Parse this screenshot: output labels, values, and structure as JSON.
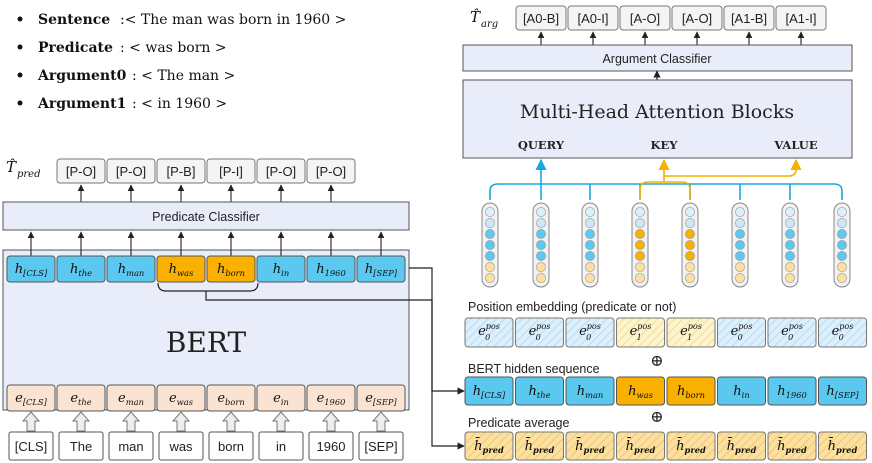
{
  "example": {
    "items": [
      {
        "key": "Sentence",
        "value": ":< The man was born in 1960 >"
      },
      {
        "key": "Predicate",
        "value": ": < was born >"
      },
      {
        "key": "Argument0",
        "value": ": < The man >"
      },
      {
        "key": "Argument1",
        "value": ": < in 1960 >"
      }
    ]
  },
  "left": {
    "t_pred_symbol": "T̂",
    "t_pred_sub": "pred",
    "pred_outputs": [
      "[P-O]",
      "[P-O]",
      "[P-B]",
      "[P-I]",
      "[P-O]",
      "[P-O]"
    ],
    "classifier_label": "Predicate Classifier",
    "bert_label": "BERT",
    "hidden": [
      {
        "base": "h",
        "sub": "[CLS]"
      },
      {
        "base": "h",
        "sub": "the"
      },
      {
        "base": "h",
        "sub": "man"
      },
      {
        "base": "h",
        "sub": "was"
      },
      {
        "base": "h",
        "sub": "born"
      },
      {
        "base": "h",
        "sub": "in"
      },
      {
        "base": "h",
        "sub": "1960"
      },
      {
        "base": "h",
        "sub": "[SEP]"
      }
    ],
    "embeddings": [
      {
        "base": "e",
        "sub": "[CLS]"
      },
      {
        "base": "e",
        "sub": "the"
      },
      {
        "base": "e",
        "sub": "man"
      },
      {
        "base": "e",
        "sub": "was"
      },
      {
        "base": "e",
        "sub": "born"
      },
      {
        "base": "e",
        "sub": "in"
      },
      {
        "base": "e",
        "sub": "1960"
      },
      {
        "base": "e",
        "sub": "[SEP]"
      }
    ],
    "tokens": [
      "[CLS]",
      "The",
      "man",
      "was",
      "born",
      "in",
      "1960",
      "[SEP]"
    ]
  },
  "right": {
    "t_arg_symbol": "T̂",
    "t_arg_sub": "arg",
    "arg_outputs": [
      "[A0-B]",
      "[A0-I]",
      "[A-O]",
      "[A-O]",
      "[A1-B]",
      "[A1-I]"
    ],
    "classifier_label": "Argument Classifier",
    "attention_label": "Multi-Head Attention Blocks",
    "query_label": "QUERY",
    "key_label": "KEY",
    "value_label": "VALUE",
    "position_label": "Position embedding (predicate or not)",
    "position": [
      {
        "base": "e",
        "sub": "0",
        "sup": "pos"
      },
      {
        "base": "e",
        "sub": "0",
        "sup": "pos"
      },
      {
        "base": "e",
        "sub": "0",
        "sup": "pos"
      },
      {
        "base": "e",
        "sub": "1",
        "sup": "pos"
      },
      {
        "base": "e",
        "sub": "1",
        "sup": "pos"
      },
      {
        "base": "e",
        "sub": "0",
        "sup": "pos"
      },
      {
        "base": "e",
        "sub": "0",
        "sup": "pos"
      },
      {
        "base": "e",
        "sub": "0",
        "sup": "pos"
      }
    ],
    "plus_symbol": "⊕",
    "hidden_label": "BERT hidden sequence",
    "hidden": [
      {
        "base": "h",
        "sub": "[CLS]"
      },
      {
        "base": "h",
        "sub": "the"
      },
      {
        "base": "h",
        "sub": "man"
      },
      {
        "base": "h",
        "sub": "was"
      },
      {
        "base": "h",
        "sub": "born"
      },
      {
        "base": "h",
        "sub": "in"
      },
      {
        "base": "h",
        "sub": "1960"
      },
      {
        "base": "h",
        "sub": "[SEP]"
      }
    ],
    "avg_label": "Predicate average",
    "avg": [
      {
        "base": "h̄",
        "sub": "pred"
      },
      {
        "base": "h̄",
        "sub": "pred"
      },
      {
        "base": "h̄",
        "sub": "pred"
      },
      {
        "base": "h̄",
        "sub": "pred"
      },
      {
        "base": "h̄",
        "sub": "pred"
      },
      {
        "base": "h̄",
        "sub": "pred"
      },
      {
        "base": "h̄",
        "sub": "pred"
      },
      {
        "base": "h̄",
        "sub": "pred"
      }
    ]
  },
  "colors": {
    "hidden_blue": "#5bc8f0",
    "predicate_orange": "#f9b000",
    "embedding_peach": "#fbe3d2",
    "position_blue": "#d9eefb",
    "position_yellow": "#fdf2c8",
    "average_yellow": "#fbe3a4",
    "panel_lavender": "#e9edfa",
    "arrow_cyan": "#1aa6e0",
    "arrow_orange": "#f5b000"
  }
}
